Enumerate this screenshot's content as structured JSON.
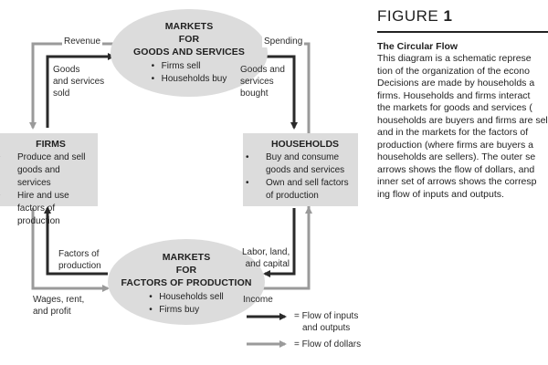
{
  "figure": {
    "label_prefix": "FIGURE",
    "label_number": "1",
    "caption_title": "The Circular Flow",
    "caption_body": "This diagram is a schematic represe\ntion of the organization of the econo\nDecisions are made by households a\nfirms. Households and firms interact\nthe markets for goods and services (\nhouseholds are buyers and firms are sel\nand in the markets for the factors of\nproduction (where firms are buyers a\nhouseholds are sellers). The outer se\narrows shows the flow of dollars, and\ninner set of arrows shows the corresp\ning flow of inputs and outputs."
  },
  "markets_goods": {
    "title": [
      "MARKETS",
      "FOR",
      "GOODS AND SERVICES"
    ],
    "items": [
      "Firms sell",
      "Households buy"
    ]
  },
  "markets_factors": {
    "title": [
      "MARKETS",
      "FOR",
      "FACTORS OF PRODUCTION"
    ],
    "items": [
      "Households sell",
      "Firms buy"
    ]
  },
  "firms": {
    "title": "FIRMS",
    "items": [
      "Produce and sell goods and services",
      "Hire and use factors of production"
    ]
  },
  "households": {
    "title": "HOUSEHOLDS",
    "items": [
      "Buy and consume goods and services",
      "Own and sell factors of production"
    ]
  },
  "labels": {
    "revenue": "Revenue",
    "spending": "Spending",
    "goods_sold": [
      "Goods",
      "and services",
      "sold"
    ],
    "goods_bought": [
      "Goods and",
      "services",
      "bought"
    ],
    "factors_production": [
      "Factors of",
      "production"
    ],
    "labor_land_capital": [
      "Labor, land,",
      "and capital"
    ],
    "wages": [
      "Wages, rent,",
      "and profit"
    ],
    "income": "Income"
  },
  "legend": {
    "inputs_outputs": [
      "= Flow of inputs",
      "and outputs"
    ],
    "dollars": "= Flow of dollars"
  },
  "colors": {
    "shape_fill": "#dcdcdc",
    "inner_arrow": "#2a2a2a",
    "outer_arrow": "#9a9a9a"
  }
}
